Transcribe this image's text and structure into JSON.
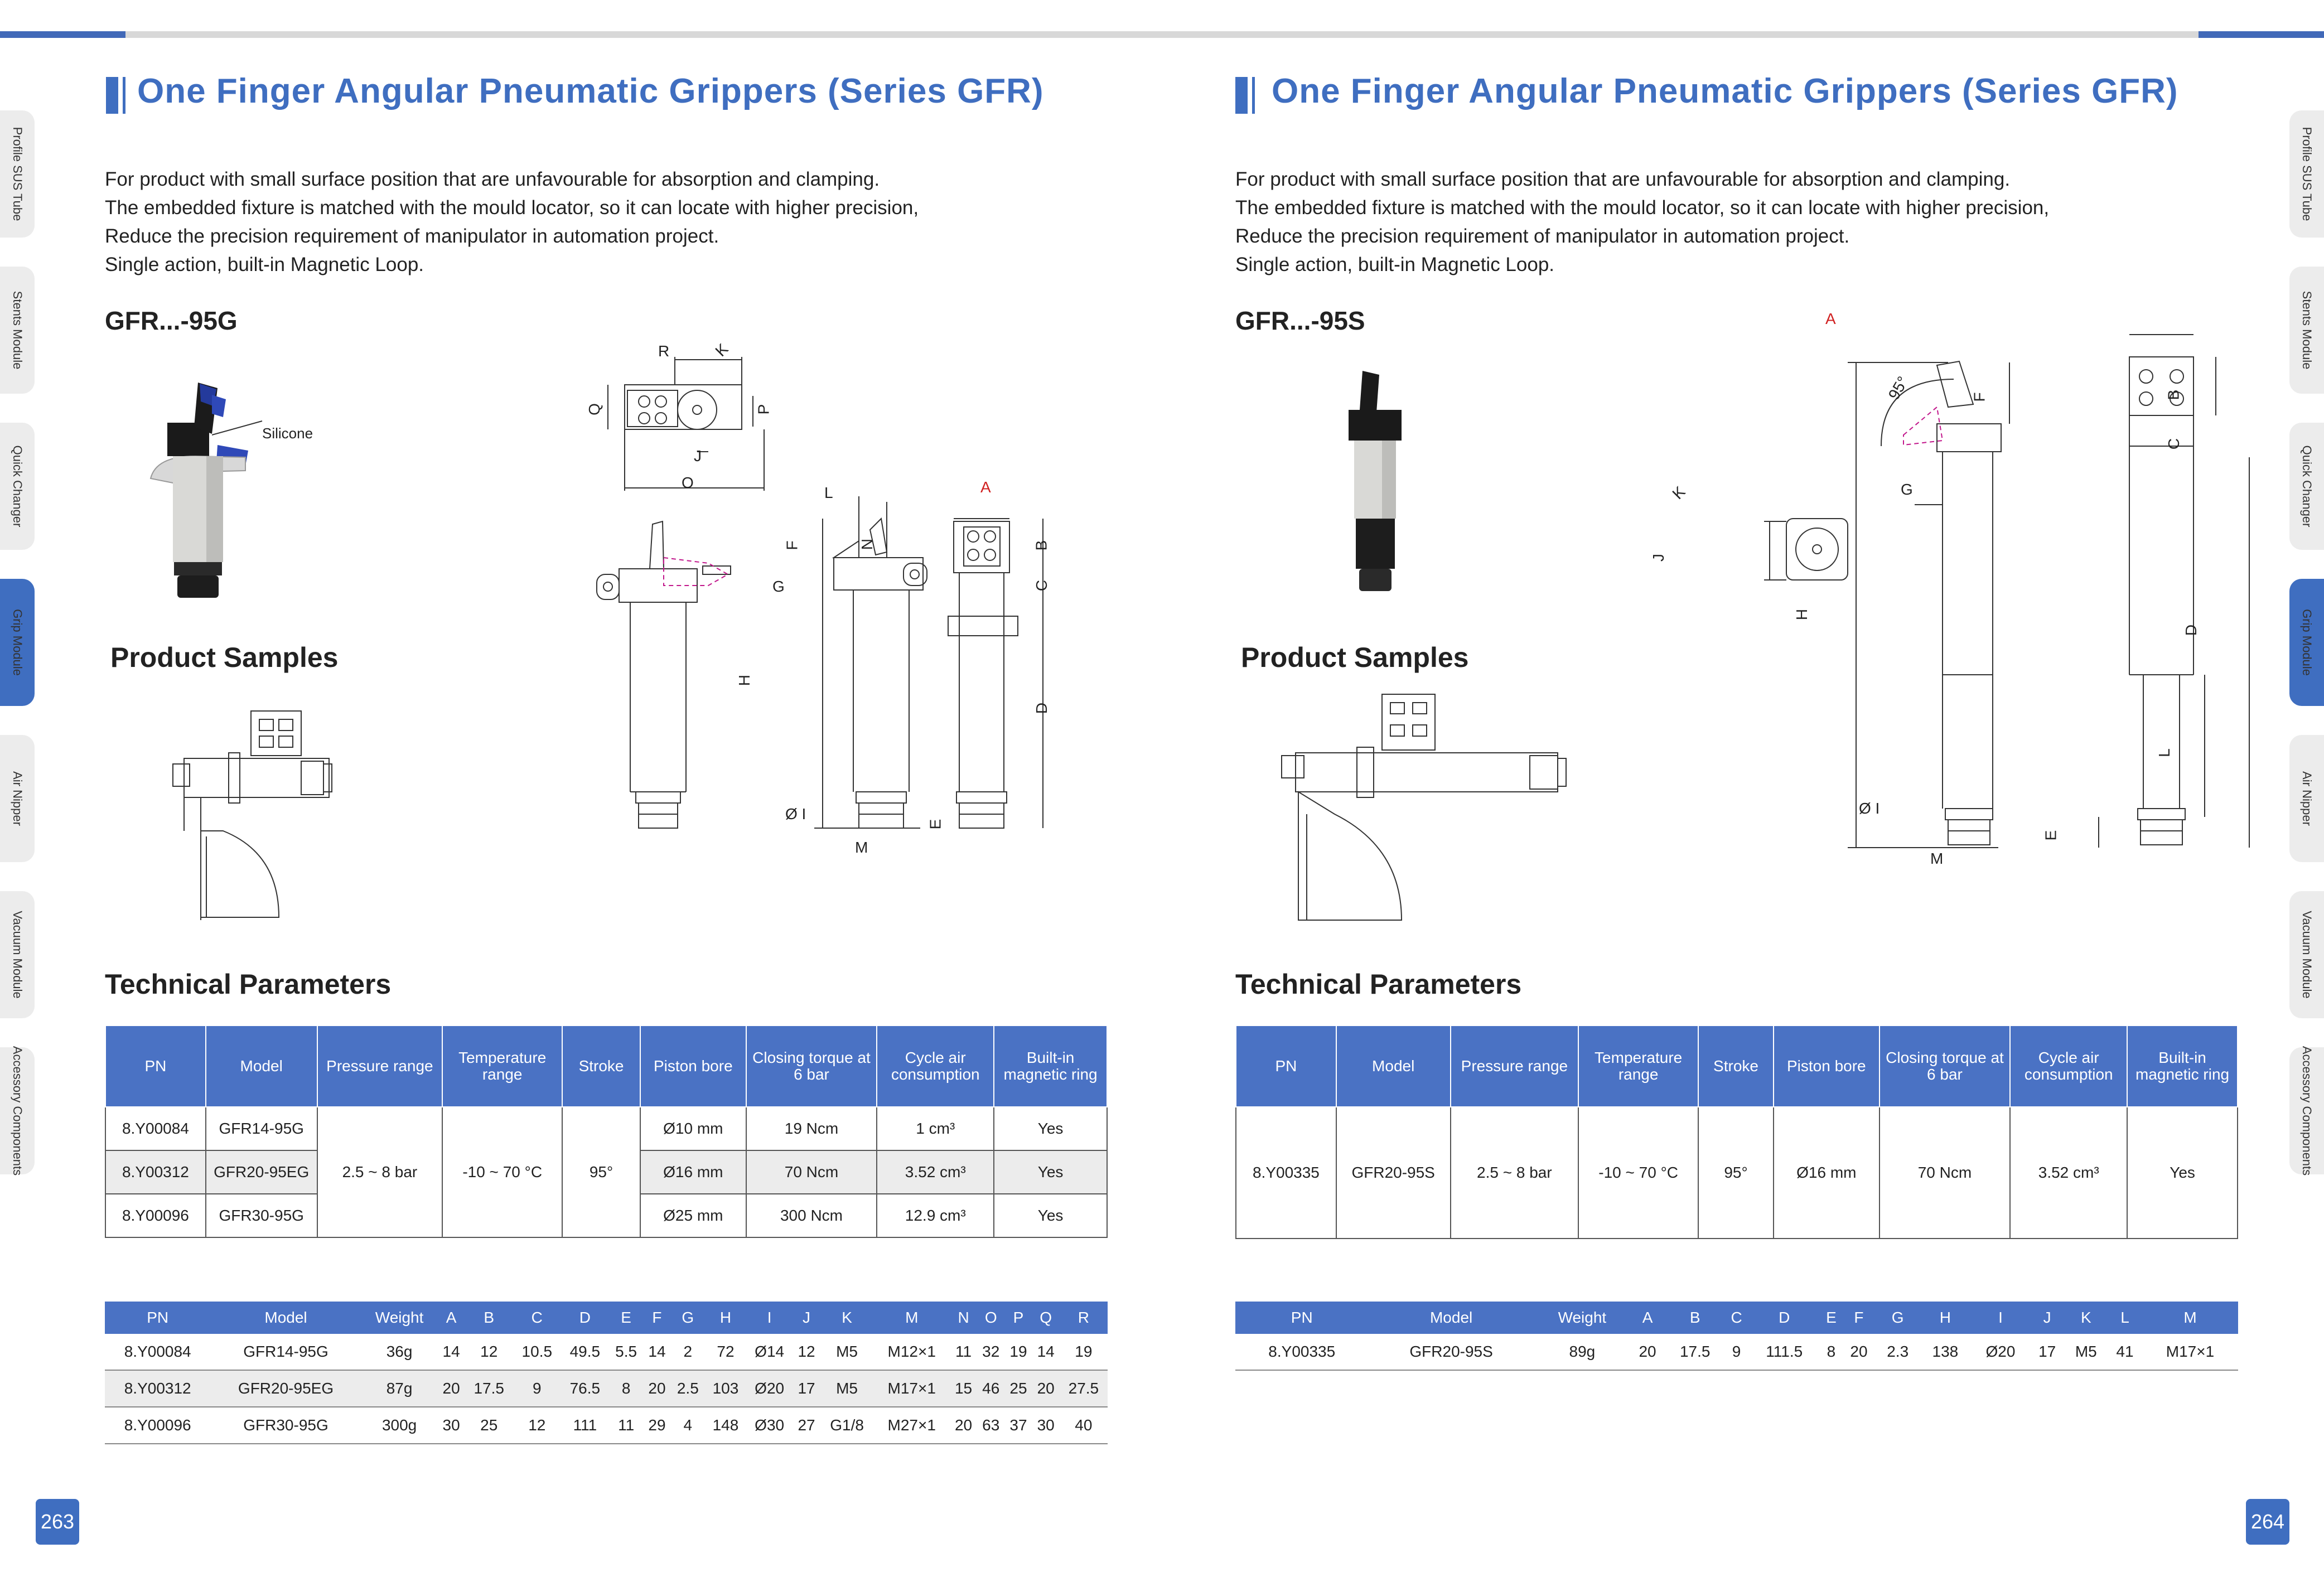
{
  "side_tabs": [
    "Profile SUS Tube",
    "Stents Module",
    "Quick Changer",
    "Grip Module",
    "Air Nipper",
    "Vacuum Module",
    "Accessory Components"
  ],
  "left": {
    "title": "One Finger Angular Pneumatic Grippers  (Series GFR)",
    "intro": [
      "For product with small surface position that are unfavourable for absorption and clamping.",
      "The embedded fixture is matched with the mould locator, so it can locate with higher precision,",
      "Reduce the precision requirement of manipulator in automation project.",
      "Single action, built-in Magnetic Loop."
    ],
    "model": "GFR...-95G",
    "silicone_label": "Silicone",
    "samples_heading": "Product Samples",
    "tech_heading": "Technical Parameters",
    "dim_labels": {
      "R": "R",
      "K": "K",
      "Q": "Q",
      "P": "P",
      "J": "J",
      "O": "O",
      "L": "L",
      "F": "F",
      "N": "N",
      "G": "G",
      "H": "H",
      "I": "Ø I",
      "M": "M",
      "A": "A",
      "B": "B",
      "C": "C",
      "D": "D",
      "E": "E"
    },
    "params_headers": [
      "PN",
      "Model",
      "Pressure range",
      "Temperature range",
      "Stroke",
      "Piston bore",
      "Closing torque at 6 bar",
      "Cycle air consumption",
      "Built-in magnetic ring"
    ],
    "params_shared": {
      "pressure": "2.5 ~ 8 bar",
      "temperature": "-10 ~ 70 °C",
      "stroke": "95°"
    },
    "params_rows": [
      {
        "pn": "8.Y00084",
        "model": "GFR14-95G",
        "bore": "Ø10 mm",
        "torque": "19 Ncm",
        "air": "1 cm³",
        "ring": "Yes"
      },
      {
        "pn": "8.Y00312",
        "model": "GFR20-95EG",
        "bore": "Ø16 mm",
        "torque": "70 Ncm",
        "air": "3.52 cm³",
        "ring": "Yes"
      },
      {
        "pn": "8.Y00096",
        "model": "GFR30-95G",
        "bore": "Ø25 mm",
        "torque": "300 Ncm",
        "air": "12.9 cm³",
        "ring": "Yes"
      }
    ],
    "dims_headers": [
      "PN",
      "Model",
      "Weight",
      "A",
      "B",
      "C",
      "D",
      "E",
      "F",
      "G",
      "H",
      "I",
      "J",
      "K",
      "M",
      "N",
      "O",
      "P",
      "Q",
      "R"
    ],
    "dims_rows": [
      [
        "8.Y00084",
        "GFR14-95G",
        "36g",
        "14",
        "12",
        "10.5",
        "49.5",
        "5.5",
        "14",
        "2",
        "72",
        "Ø14",
        "12",
        "M5",
        "M12×1",
        "11",
        "32",
        "19",
        "14",
        "19"
      ],
      [
        "8.Y00312",
        "GFR20-95EG",
        "87g",
        "20",
        "17.5",
        "9",
        "76.5",
        "8",
        "20",
        "2.5",
        "103",
        "Ø20",
        "17",
        "M5",
        "M17×1",
        "15",
        "46",
        "25",
        "20",
        "27.5"
      ],
      [
        "8.Y00096",
        "GFR30-95G",
        "300g",
        "30",
        "25",
        "12",
        "111",
        "11",
        "29",
        "4",
        "148",
        "Ø30",
        "27",
        "G1/8",
        "M27×1",
        "20",
        "63",
        "37",
        "30",
        "40"
      ]
    ],
    "page_number": "263"
  },
  "right": {
    "title": "One Finger Angular Pneumatic Grippers  (Series GFR)",
    "intro": [
      "For product with small surface position that are unfavourable for absorption and clamping.",
      "The embedded fixture is matched with the mould locator, so it can locate with higher precision,",
      "Reduce the precision requirement of manipulator in automation project.",
      "Single action, built-in Magnetic Loop."
    ],
    "model": "GFR...-95S",
    "samples_heading": "Product Samples",
    "tech_heading": "Technical Parameters",
    "angle_label": "95°",
    "dim_labels": {
      "A": "A",
      "B": "B",
      "C": "C",
      "D": "D",
      "E": "E",
      "F": "F",
      "G": "G",
      "H": "H",
      "I": "Ø I",
      "J": "J",
      "K": "K",
      "L": "L",
      "M": "M"
    },
    "params_headers": [
      "PN",
      "Model",
      "Pressure range",
      "Temperature range",
      "Stroke",
      "Piston bore",
      "Closing torque at 6 bar",
      "Cycle air consumption",
      "Built-in magnetic ring"
    ],
    "params_row": {
      "pn": "8.Y00335",
      "model": "GFR20-95S",
      "pressure": "2.5 ~ 8 bar",
      "temperature": "-10 ~ 70 °C",
      "stroke": "95°",
      "bore": "Ø16 mm",
      "torque": "70 Ncm",
      "air": "3.52 cm³",
      "ring": "Yes"
    },
    "dims_headers": [
      "PN",
      "Model",
      "Weight",
      "A",
      "B",
      "C",
      "D",
      "E",
      "F",
      "G",
      "H",
      "I",
      "J",
      "K",
      "L",
      "M"
    ],
    "dims_rows": [
      [
        "8.Y00335",
        "GFR20-95S",
        "89g",
        "20",
        "17.5",
        "9",
        "111.5",
        "8",
        "20",
        "2.3",
        "138",
        "Ø20",
        "17",
        "M5",
        "41",
        "M17×1"
      ]
    ],
    "page_number": "264"
  }
}
